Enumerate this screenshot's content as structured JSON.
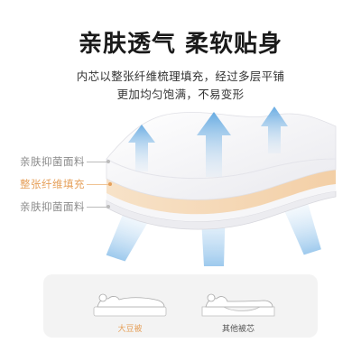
{
  "header": {
    "title": "亲肤透气 柔软贴身",
    "line1": "内芯以整张纤维梳理填充，经过多层平铺",
    "line2": "更加均匀饱满，不易变形"
  },
  "layers": {
    "top": "亲肤抑菌面料",
    "middle": "整张纤维填充",
    "bottom": "亲肤抑菌面料"
  },
  "comparison": {
    "left_caption": "大豆被",
    "right_caption": "其他被芯"
  },
  "colors": {
    "accent": "#e6a05a",
    "arrow_blue": "#7fb6e6",
    "fabric": "#f2f2f4",
    "filling": "#f5d7b4"
  }
}
